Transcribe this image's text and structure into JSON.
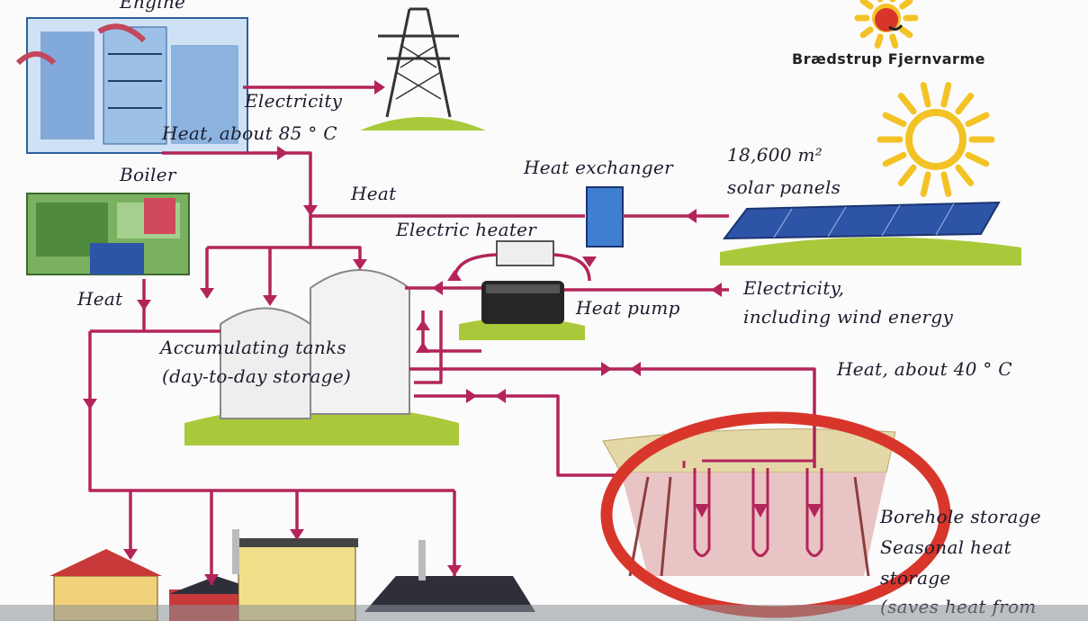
{
  "brand": {
    "name": "Brædstrup Fjernvarme"
  },
  "labels": {
    "engine": "Engine",
    "electricity": "Electricity",
    "heat_85": "Heat, about 85 ° C",
    "boiler": "Boiler",
    "heat_exchanger": "Heat exchanger",
    "solar_area": "18,600 m²",
    "solar_panels": "solar panels",
    "heat_top": "Heat",
    "electric_heater": "Electric heater",
    "heat_left": "Heat",
    "electricity_wind_1": "Electricity,",
    "electricity_wind_2": "including wind energy",
    "heat_pump": "Heat pump",
    "tanks_1": "Accumulating tanks",
    "tanks_2": "(day-to-day storage)",
    "heat_40": "Heat, about 40 ° C",
    "borehole_1": "Borehole storage",
    "borehole_2": "Seasonal heat",
    "borehole_3": "storage",
    "borehole_4": "(saves heat from"
  },
  "colors": {
    "pipe": "#b3245a",
    "highlight_ring": "#d8362b",
    "sun": "#f3c326",
    "solar_panel": "#2e54a8",
    "grass": "#a9c93a"
  }
}
